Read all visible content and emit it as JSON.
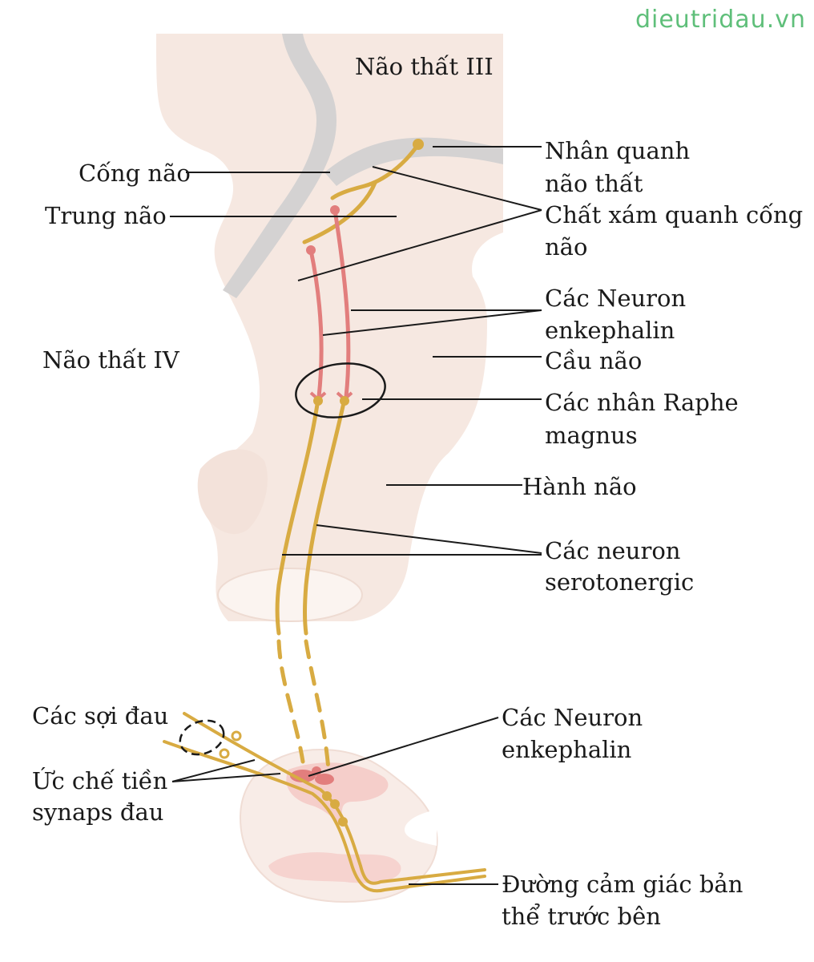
{
  "watermark": "dieutridau.vn",
  "colors": {
    "tissue": "#f6e8e1",
    "tissue_dark": "#f1dcd3",
    "ventricle": "#d4d2d2",
    "serotonergic": "#d8ab42",
    "enkephalin": "#e27e7d",
    "pink_zone": "#f5c9c4",
    "watermark": "#5fbf7a"
  },
  "labels": {
    "ventricle_3": "Não thất III",
    "aqueduct": "Cống não",
    "midbrain": "Trung não",
    "ventricle_4": "Não thất IV",
    "periventricular_line1": "Nhân quanh",
    "periventricular_line2": "não thất",
    "pag_line1": "Chất xám quanh cống",
    "pag_line2": "não",
    "enk_upper_line1": "Các Neuron",
    "enk_upper_line2": "enkephalin",
    "pons": "Cầu não",
    "raphe_line1": "Các nhân Raphe",
    "raphe_line2": "magnus",
    "medulla": "Hành não",
    "sero_line1": "Các neuron",
    "sero_line2": "serotonergic",
    "pain_fibers": "Các sợi đau",
    "presyn_line1": "Ức chế tiền",
    "presyn_line2": "synaps đau",
    "enk_lower_line1": "Các Neuron",
    "enk_lower_line2": "enkephalin",
    "tract_line1": "Đường cảm giác bản",
    "tract_line2": "thể trước bên"
  }
}
